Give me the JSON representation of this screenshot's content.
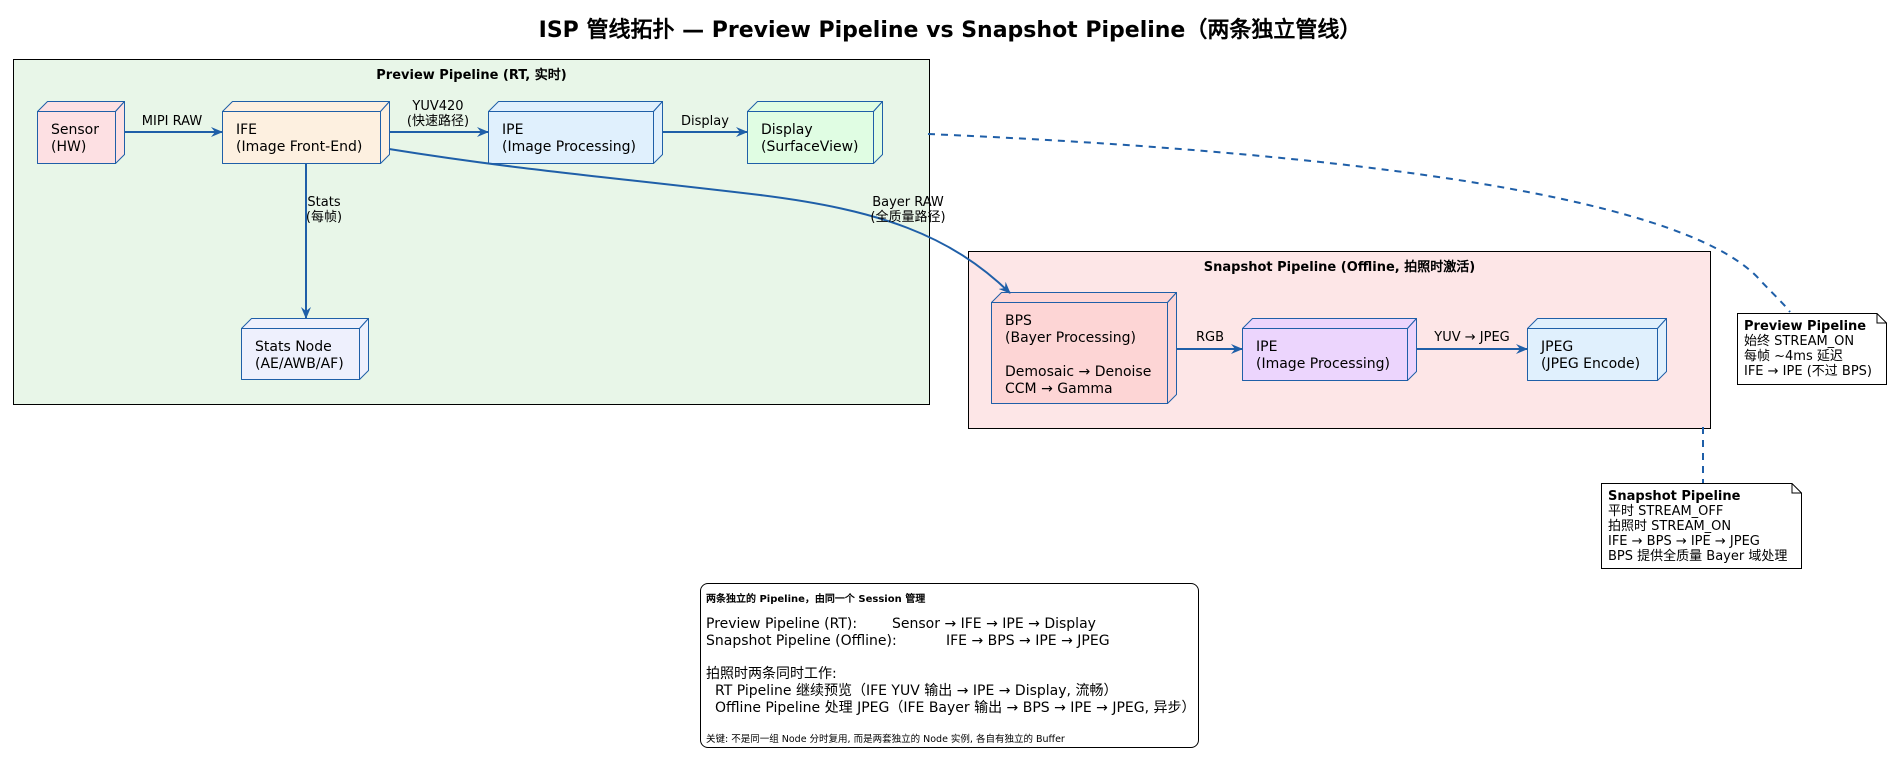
{
  "title": "ISP 管线拓扑 — Preview Pipeline vs Snapshot Pipeline（两条独立管线）",
  "packages": {
    "preview": "Preview Pipeline (RT, 实时)",
    "snapshot": "Snapshot Pipeline (Offline, 拍照时激活)"
  },
  "nodes": {
    "sensor": "Sensor\n(HW)",
    "ife": "IFE\n(Image Front-End)",
    "ipe_preview": "IPE\n(Image Processing)",
    "display": "Display\n(SurfaceView)",
    "stats": "Stats Node\n(AE/AWB/AF)",
    "bps": "BPS\n(Bayer Processing)\n\nDemosaic → Denoise\nCCM → Gamma",
    "ipe_snapshot": "IPE\n(Image Processing)",
    "jpeg": "JPEG\n(JPEG Encode)"
  },
  "edges": {
    "sensor_ife": "MIPI RAW",
    "ife_ipe": "YUV420\n(快速路径)",
    "ipe_display": "Display",
    "ife_stats": "Stats\n(每帧)",
    "ife_bps": "Bayer RAW\n(全质量路径)",
    "bps_ipe": "RGB",
    "ipe_jpeg": "YUV → JPEG"
  },
  "notes": {
    "preview": {
      "heading": "Preview Pipeline",
      "text": "始终 STREAM_ON\n每帧 ~4ms 延迟\nIFE → IPE (不过 BPS)"
    },
    "snapshot": {
      "heading": "Snapshot Pipeline",
      "text": "平时 STREAM_OFF\n拍照时 STREAM_ON\nIFE → BPS → IPE → JPEG\nBPS 提供全质量 Bayer 域处理"
    }
  },
  "summary": {
    "heading": "两条独立的 Pipeline，由同一个 Session 管理",
    "rows": [
      {
        "name": "Preview Pipeline (RT):",
        "path": "Sensor → IFE → IPE → Display"
      },
      {
        "name": "Snapshot Pipeline (Offline):",
        "path": "IFE → BPS → IPE → JPEG"
      }
    ],
    "concurrent_title": "拍照时两条同时工作:",
    "concurrent_rt": "RT Pipeline 继续预览（IFE YUV 输出 → IPE → Display, 流畅）",
    "concurrent_offline": "Offline Pipeline 处理 JPEG（IFE Bayer 输出 → BPS → IPE → JPEG, 异步）",
    "key": "关键: 不是同一组 Node 分时复用, 而是两套独立的 Node 实例, 各自有独立的 Buffer"
  },
  "colors": {
    "preview_bg": "#e8f6e8",
    "snapshot_bg": "#fde6e7",
    "sensor": "#fde0e3",
    "ife": "#fdf0e0",
    "ipe_preview": "#e0f0fd",
    "display": "#e0fde3",
    "stats": "#eef0fd",
    "bps": "#fdd5d5",
    "ipe_snapshot": "#ecd5fd",
    "jpeg": "#e0f0fd",
    "edge": "#1f5fa8"
  }
}
